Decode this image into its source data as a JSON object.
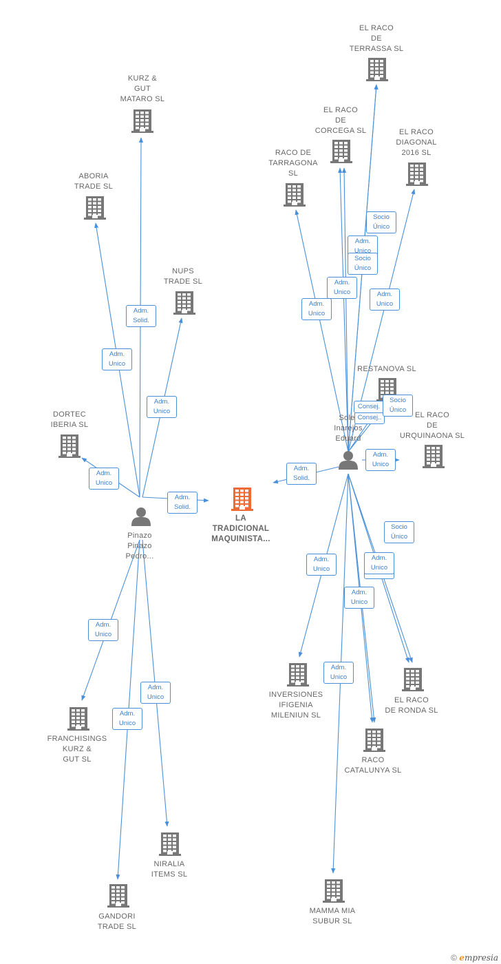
{
  "colors": {
    "edge": "#4a90d9",
    "company": "#777777",
    "focus_company": "#f06a35",
    "person": "#777777",
    "label": "#666666",
    "badge_text": "#3d7ec9"
  },
  "nodes": [
    {
      "id": "kurz_mataro",
      "type": "company",
      "label": "KURZ &\nGUT\nMATARO  SL"
    },
    {
      "id": "aboria",
      "type": "company",
      "label": "ABORIA\nTRADE  SL"
    },
    {
      "id": "nups",
      "type": "company",
      "label": "NUPS\nTRADE  SL"
    },
    {
      "id": "dortec",
      "type": "company",
      "label": "DORTEC\nIBERIA  SL"
    },
    {
      "id": "focus",
      "type": "focus",
      "label": "LA\nTRADICIONAL\nMAQUINISTA..."
    },
    {
      "id": "pinazo",
      "type": "person",
      "label": "Pinazo\nPinazo\nPedro..."
    },
    {
      "id": "franchisings",
      "type": "company",
      "label": "FRANCHISINGS\nKURZ &\nGUT  SL"
    },
    {
      "id": "niralia",
      "type": "company",
      "label": "NIRALIA\nITEMS  SL"
    },
    {
      "id": "gandori",
      "type": "company",
      "label": "GANDORI\nTRADE  SL"
    },
    {
      "id": "terrassa",
      "type": "company",
      "label": "EL RACO\nDE\nTERRASSA SL"
    },
    {
      "id": "corcega",
      "type": "company",
      "label": "EL RACO\nDE\nCORCEGA SL"
    },
    {
      "id": "tarragona",
      "type": "company",
      "label": "RACO DE\nTARRAGONA\nSL"
    },
    {
      "id": "diagonal",
      "type": "company",
      "label": "EL RACO\nDIAGONAL\n2016  SL"
    },
    {
      "id": "restanova",
      "type": "company",
      "label": "RESTANOVA SL"
    },
    {
      "id": "urquinaona",
      "type": "company",
      "label": "EL RACO\nDE\nURQUINAONA SL"
    },
    {
      "id": "soler",
      "type": "person",
      "label": "Soler\nInarejos\nEduard"
    },
    {
      "id": "ifigenia",
      "type": "company",
      "label": "INVERSIONES\nIFIGENIA\nMILENIUN SL"
    },
    {
      "id": "ronda",
      "type": "company",
      "label": "EL RACO\nDE RONDA SL"
    },
    {
      "id": "catalunya",
      "type": "company",
      "label": "RACO\nCATALUNYA SL"
    },
    {
      "id": "mammamia",
      "type": "company",
      "label": "MAMMA MIA\nSUBUR SL"
    }
  ],
  "edges": [
    {
      "from": "pinazo",
      "to": "kurz_mataro",
      "label": "Adm.\nSolid."
    },
    {
      "from": "pinazo",
      "to": "aboria",
      "label": "Adm.\nUnico"
    },
    {
      "from": "pinazo",
      "to": "nups",
      "label": "Adm.\nUnico"
    },
    {
      "from": "pinazo",
      "to": "dortec",
      "label": "Adm.\nUnico"
    },
    {
      "from": "pinazo",
      "to": "focus",
      "label": "Adm.\nSolid."
    },
    {
      "from": "pinazo",
      "to": "franchisings",
      "label": "Adm.\nUnico"
    },
    {
      "from": "pinazo",
      "to": "niralia",
      "label": "Adm.\nUnico"
    },
    {
      "from": "pinazo",
      "to": "gandori",
      "label": "Adm.\nUnico"
    },
    {
      "from": "soler",
      "to": "focus",
      "label": "Adm.\nSolid."
    },
    {
      "from": "soler",
      "to": "tarragona",
      "label": "Adm.\nUnico"
    },
    {
      "from": "soler",
      "to": "corcega",
      "label": "Adm.\nUnico"
    },
    {
      "from": "soler",
      "to": "corcega",
      "label": "Adm.\nUnico"
    },
    {
      "from": "soler",
      "to": "terrassa",
      "label": "Socio\nÚnico"
    },
    {
      "from": "soler",
      "to": "terrassa",
      "label": "Socio\nÚnico"
    },
    {
      "from": "soler",
      "to": "diagonal",
      "label": "Adm.\nUnico"
    },
    {
      "from": "soler",
      "to": "restanova",
      "label": "Consej.."
    },
    {
      "from": "soler",
      "to": "restanova",
      "label": "Consej."
    },
    {
      "from": "soler",
      "to": "urquinaona",
      "label": "Adm.\nUnico"
    },
    {
      "from": "soler",
      "to": "ifigenia",
      "label": "Adm.\nUnico"
    },
    {
      "from": "soler",
      "to": "catalunya",
      "label": "Adm.\nUnico"
    },
    {
      "from": "soler",
      "to": "catalunya",
      "label": "Adm.\nUnico"
    },
    {
      "from": "soler",
      "to": "ronda",
      "label": "Adm.\nUnico"
    },
    {
      "from": "soler",
      "to": "ronda",
      "label": "Socio\nÚnico"
    },
    {
      "from": "soler",
      "to": "mammamia",
      "label": "Adm.\nUnico"
    },
    {
      "from": "restanova",
      "to": "catalunya",
      "label": "Socio\nÚnico"
    }
  ],
  "footer": {
    "copyright": "©",
    "brand_first": "e",
    "brand_rest": "mpresia"
  }
}
